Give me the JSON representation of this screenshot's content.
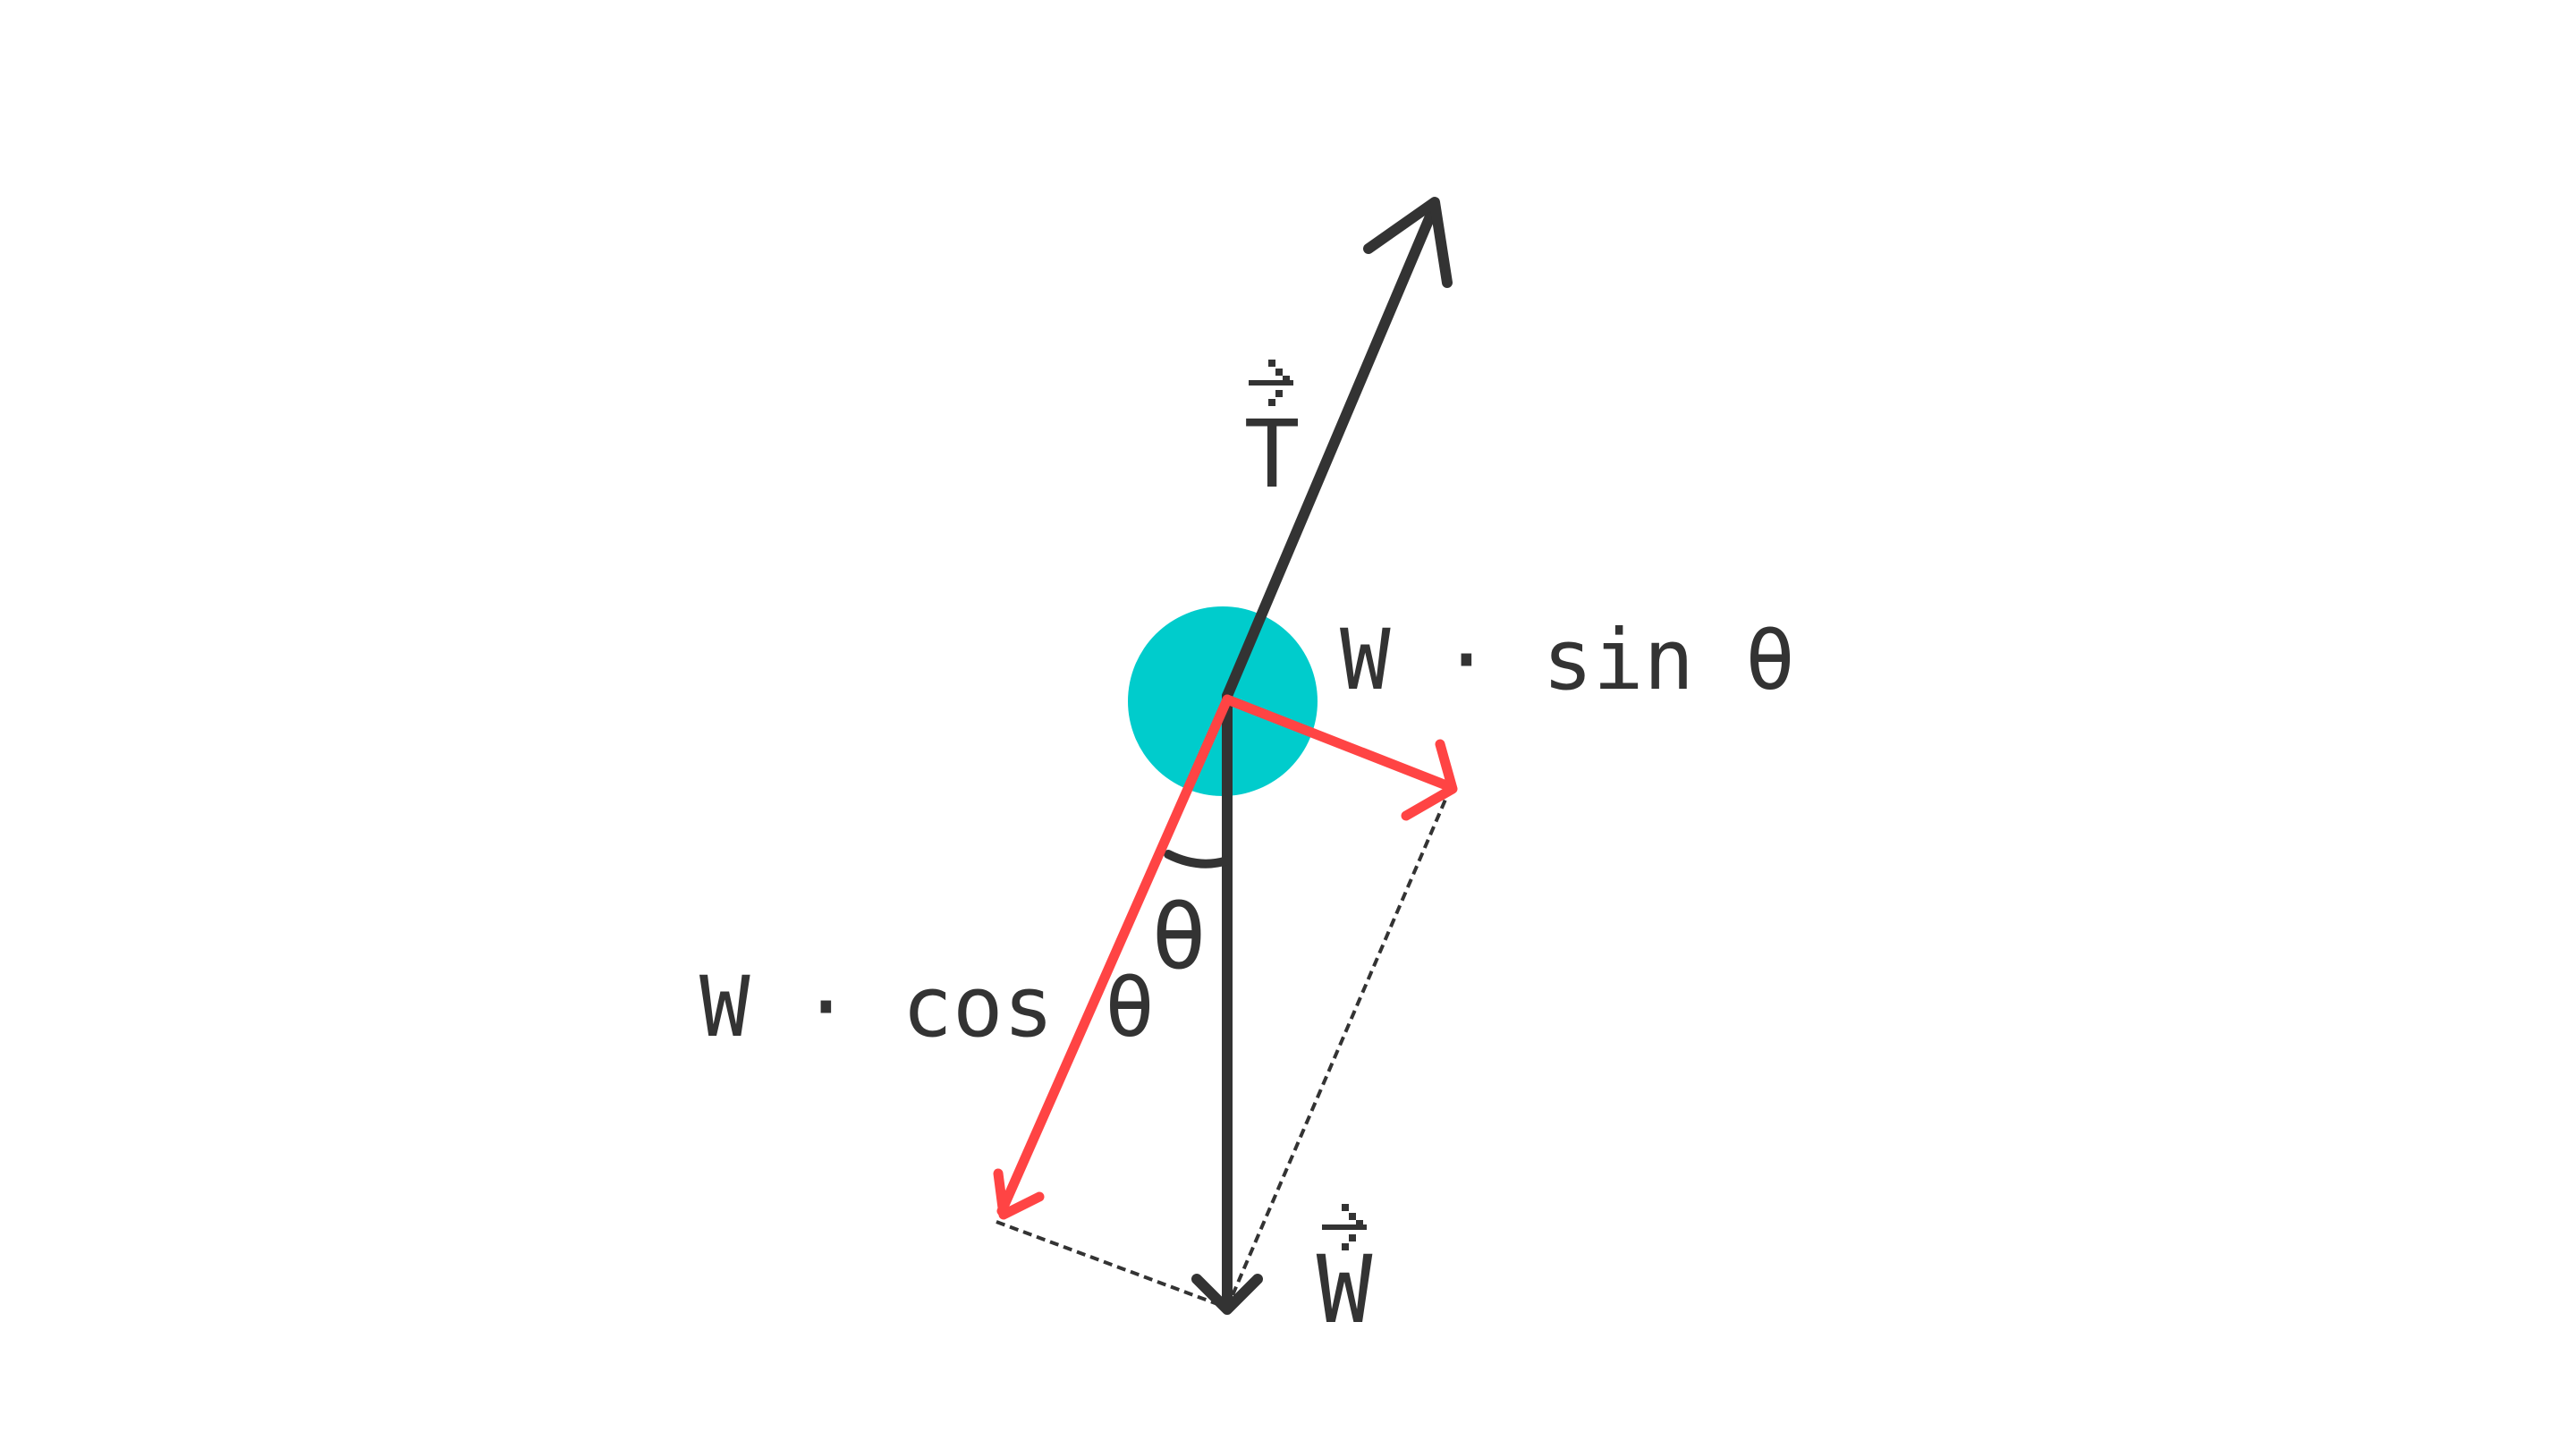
{
  "colors": {
    "background": "#ffffff",
    "dark": "#333333",
    "red": "#ff4444",
    "bob": "#00cccc"
  },
  "labels": {
    "tension_letter": "T",
    "weight_letter": "W",
    "angle": "θ",
    "w_sin": "W · sin θ",
    "w_cos": "W · cos θ"
  }
}
